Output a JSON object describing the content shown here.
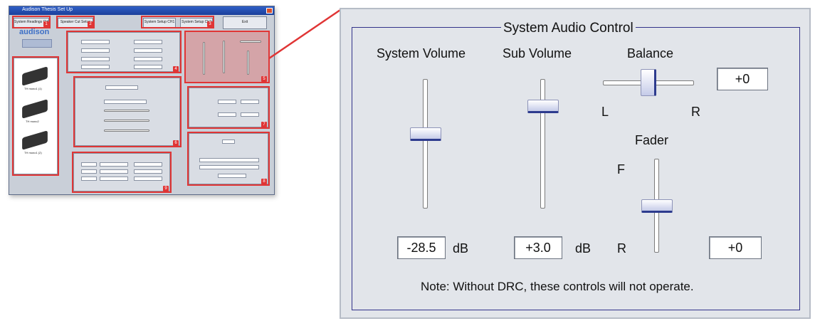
{
  "thumbnail": {
    "title": "Audison Thesis Set Up",
    "top_buttons": [
      "System Readings Ctrl",
      "Speaker Cut Setup",
      "System Setup CH1",
      "System Setup Ch2",
      "Exit"
    ],
    "logo": "audison",
    "amplifiers": [
      "TH mono1 (1)",
      "TH mono2",
      "TH mono1 (2)"
    ],
    "badges": [
      "1",
      "2",
      "3",
      "4",
      "5",
      "6",
      "7",
      "8",
      "9"
    ],
    "accent_color": "#e03535"
  },
  "system_audio_control": {
    "title": "System Audio Control",
    "system_volume": {
      "label": "System Volume",
      "value": "-28.5",
      "unit": "dB",
      "level": 0.58
    },
    "sub_volume": {
      "label": "Sub Volume",
      "value": "+3.0",
      "unit": "dB",
      "level": 0.82
    },
    "balance": {
      "label": "Balance",
      "left_label": "L",
      "right_label": "R",
      "value": "+0",
      "position": 0.5
    },
    "fader": {
      "label": "Fader",
      "front_label": "F",
      "rear_label": "R",
      "value": "+0",
      "position": 0.5
    },
    "note": "Note: Without DRC, these controls will not operate."
  },
  "colors": {
    "panel_background": "#e2e5ea",
    "group_border": "#33338a",
    "knob_accent": "#2d3b8e",
    "highlight": "#e03535"
  }
}
